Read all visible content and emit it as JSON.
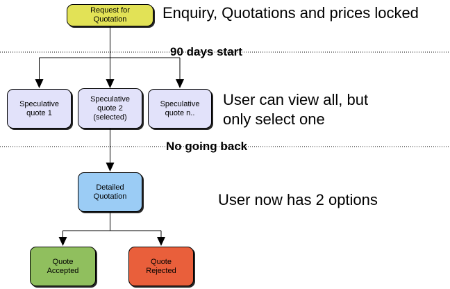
{
  "flowchart": {
    "nodes": {
      "request_for_quotation": {
        "lines": [
          "Request for",
          "Quotation"
        ],
        "fill": "#e2e256"
      },
      "speculative_quote_1": {
        "lines": [
          "Speculative",
          "quote 1"
        ],
        "fill": "#e2e2fa"
      },
      "speculative_quote_2": {
        "lines": [
          "Speculative",
          "quote 2",
          "(selected)"
        ],
        "fill": "#e2e2fa"
      },
      "speculative_quote_n": {
        "lines": [
          "Speculative",
          "quote n.."
        ],
        "fill": "#e2e2fa"
      },
      "detailed_quotation": {
        "lines": [
          "Detailed",
          "Quotation"
        ],
        "fill": "#9bccf5"
      },
      "quote_accepted": {
        "lines": [
          "Quote",
          "Accepted"
        ],
        "fill": "#90bf5e"
      },
      "quote_rejected": {
        "lines": [
          "Quote",
          "Rejected"
        ],
        "fill": "#e95f3b"
      }
    },
    "dividers": {
      "days_start": "90 days start",
      "no_going_back": "No going back"
    },
    "annotations": {
      "enquiry": "Enquiry, Quotations and prices locked",
      "view_all_line1": "User can view all, but",
      "view_all_line2": "only select one",
      "two_options": "User now has 2 options"
    },
    "colors": {
      "request_fill": "#e2e256",
      "speculative_fill": "#e2e2fa",
      "detailed_fill": "#9bccf5",
      "accepted_fill": "#90bf5e",
      "rejected_fill": "#e95f3b",
      "line": "#000000",
      "text": "#000000",
      "background": "#ffffff"
    }
  }
}
